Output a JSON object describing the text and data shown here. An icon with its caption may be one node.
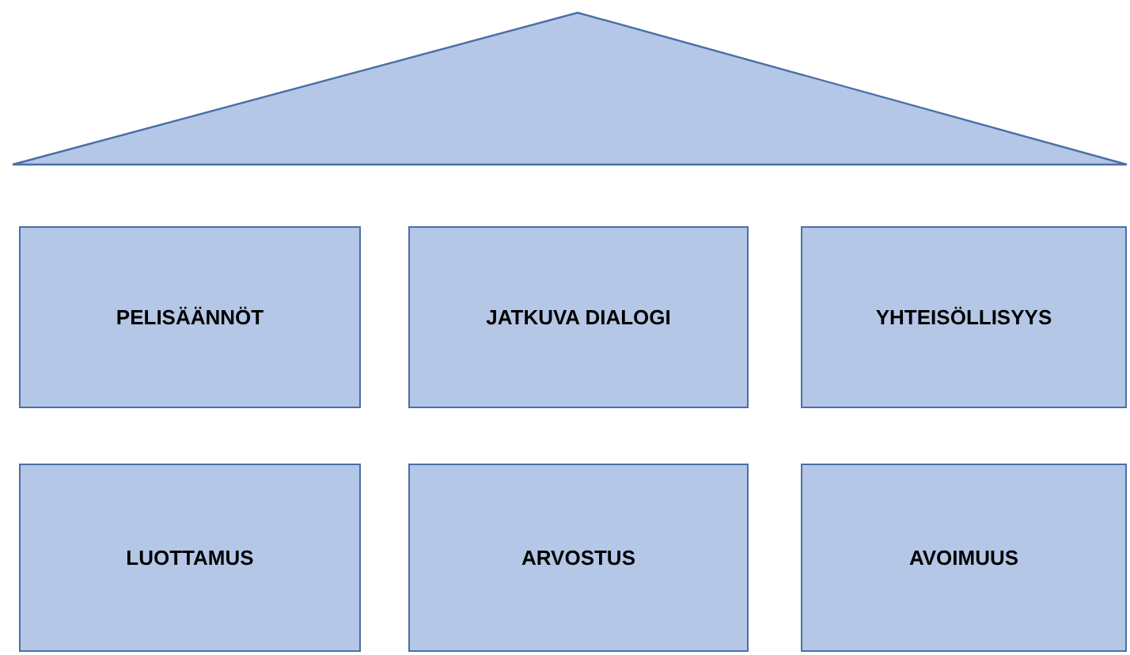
{
  "diagram": {
    "nodes": [
      {
        "text": [],
        "shape": "triangle"
      },
      {
        "text": [
          "PELISÄÄNNÖT"
        ]
      },
      {
        "text": [
          "JATKUVA DIALOGI"
        ]
      },
      {
        "text": [
          "YHTEISÖLLISYYS"
        ]
      },
      {
        "text": [
          "LUOTTAMUS"
        ]
      },
      {
        "text": [
          "ARVOSTUS"
        ]
      },
      {
        "text": [
          "AVOIMUUS"
        ]
      }
    ]
  }
}
